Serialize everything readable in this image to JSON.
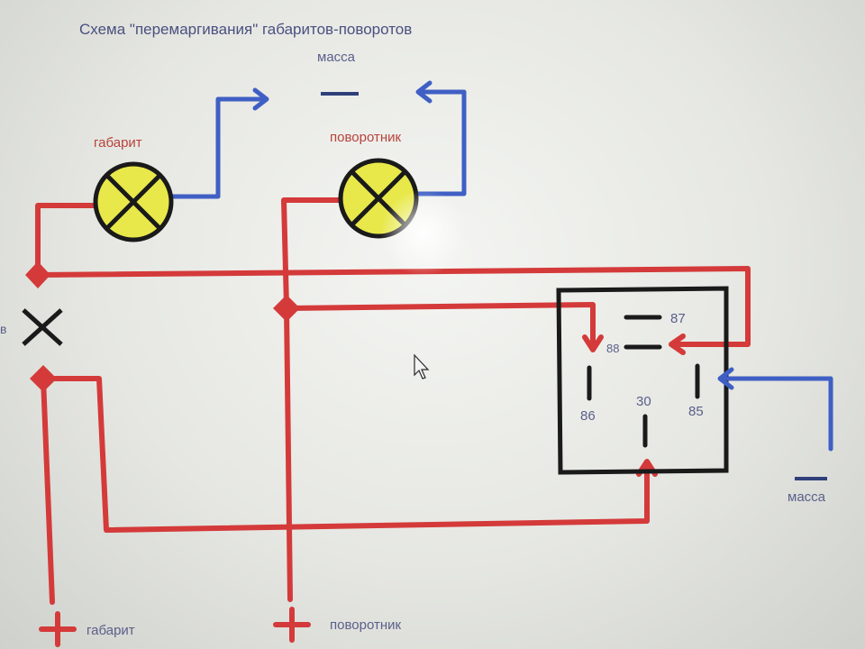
{
  "title": "Схема \"перемаргивания\" габаритов-поворотов",
  "labels": {
    "ground_top": "масса",
    "lamp_left": "габарит",
    "lamp_right": "поворотник",
    "ground_right": "масса",
    "bottom_left": "габарит",
    "bottom_right": "поворотник",
    "left_edge": "в"
  },
  "relay": {
    "pins": [
      "87",
      "88",
      "86",
      "30",
      "85"
    ]
  },
  "symbols": {
    "plus": "+",
    "minus": "−"
  },
  "colors": {
    "wire_positive": "#d43a3a",
    "wire_ground": "#3f5fc4",
    "lamp": "#e8e84a"
  }
}
